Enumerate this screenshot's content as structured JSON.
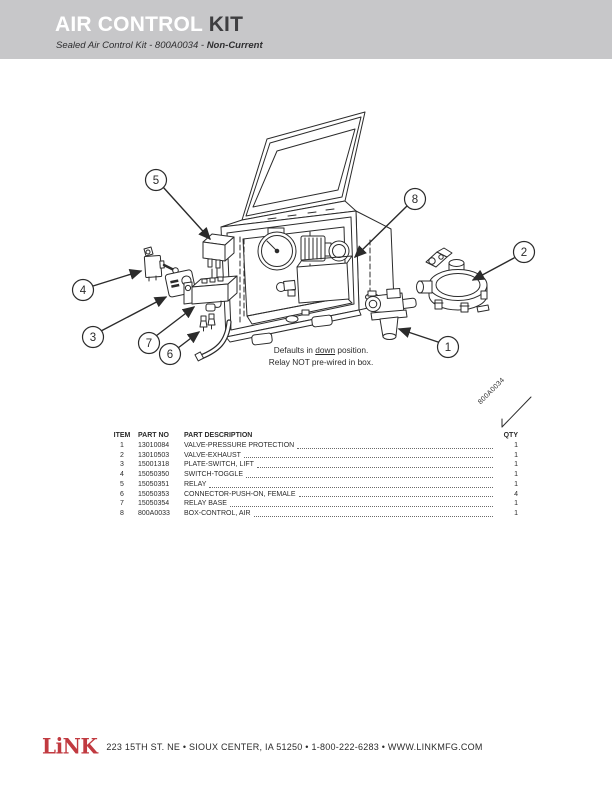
{
  "header": {
    "title_main": "AIR CONTROL ",
    "title_accent": "KIT",
    "subtitle_prefix": "Sealed Air Control Kit - 800A0034 - ",
    "subtitle_bold": "Non-Current"
  },
  "diagram": {
    "callouts": [
      "1",
      "2",
      "3",
      "4",
      "5",
      "6",
      "7",
      "8"
    ],
    "note": {
      "line1_pre": "Defaults in ",
      "line1_underline": "down",
      "line1_post": " position.",
      "line2": "Relay NOT pre-wired in box."
    },
    "kit_label": "800A0034"
  },
  "parts_table": {
    "headers": {
      "item": "ITEM",
      "part_no": "PART NO",
      "description": "PART DESCRIPTION",
      "qty": "QTY"
    },
    "rows": [
      {
        "item": "1",
        "part_no": "13010084",
        "description": "VALVE-PRESSURE PROTECTION",
        "qty": "1"
      },
      {
        "item": "2",
        "part_no": "13010503",
        "description": "VALVE-EXHAUST",
        "qty": "1"
      },
      {
        "item": "3",
        "part_no": "15001318",
        "description": "PLATE-SWITCH, LIFT",
        "qty": "1"
      },
      {
        "item": "4",
        "part_no": "15050350",
        "description": "SWITCH-TOGGLE",
        "qty": "1"
      },
      {
        "item": "5",
        "part_no": "15050351",
        "description": "RELAY",
        "qty": "1"
      },
      {
        "item": "6",
        "part_no": "15050353",
        "description": "CONNECTOR-PUSH-ON, FEMALE",
        "qty": "4"
      },
      {
        "item": "7",
        "part_no": "15050354",
        "description": "RELAY BASE",
        "qty": "1"
      },
      {
        "item": "8",
        "part_no": "800A0033",
        "description": "BOX-CONTROL, AIR",
        "qty": "1"
      }
    ]
  },
  "footer": {
    "logo_text": "LiNK",
    "address": "223 15TH ST. NE • SIOUX CENTER, IA 51250 • 1-800-222-6283 • WWW.LINKMFG.COM"
  },
  "colors": {
    "header_band": "#c7c7c9",
    "logo_red": "#c13a40",
    "line_art": "#2b2b2b"
  }
}
